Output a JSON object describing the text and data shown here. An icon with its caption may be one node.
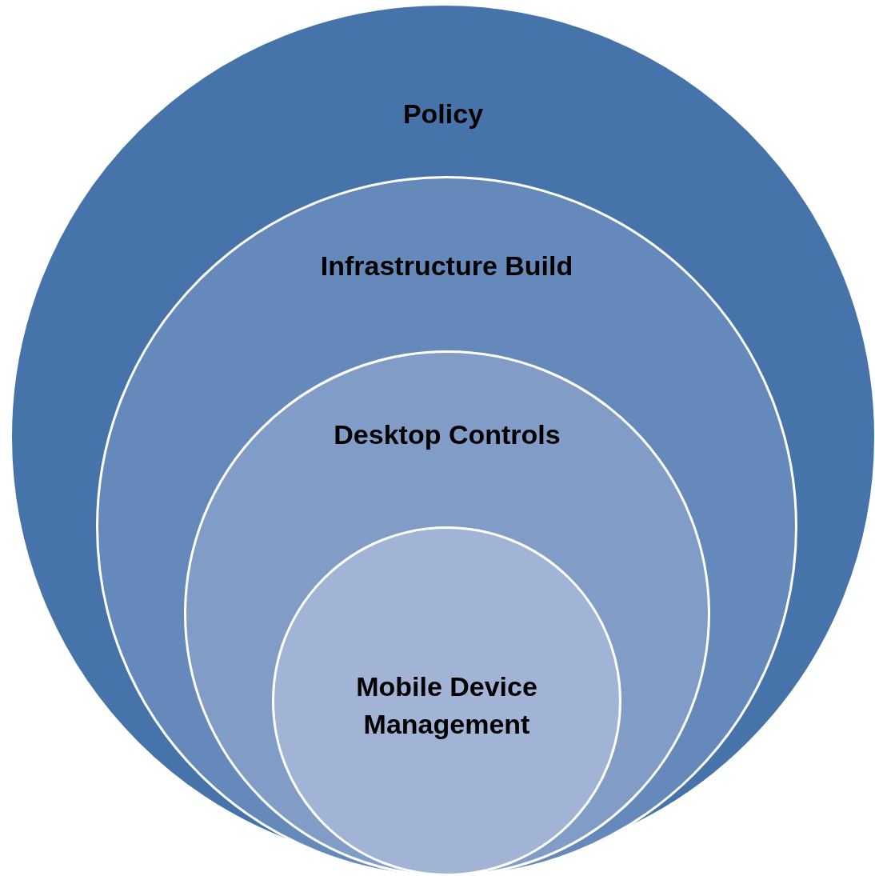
{
  "diagram": {
    "nodes": [
      {
        "text": [
          "Policy"
        ]
      },
      {
        "text": [
          "Infrastructure Build"
        ],
        "in": 0
      },
      {
        "text": [
          "Desktop Controls"
        ],
        "in": 1
      },
      {
        "text": [
          "Mobile Device Management"
        ],
        "in": 2
      }
    ]
  }
}
